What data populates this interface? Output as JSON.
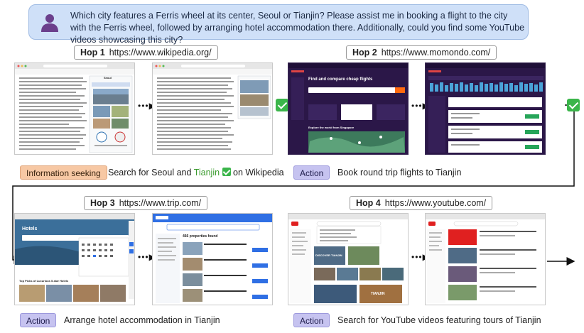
{
  "question": "Which city features a Ferris wheel at its center, Seoul or Tianjin? Please assist me in booking a flight to the city with the Ferris wheel, followed by arranging hotel accommodation there. Additionally, could you find some YouTube videos showcasing this city?",
  "hops": [
    {
      "label": "Hop 1",
      "url": "https://www.wikipedia.org/",
      "tag": "Information seeking",
      "desc_before": "Search for Seoul and ",
      "desc_highlight": "Tianjin",
      "desc_after": " on Wikipedia"
    },
    {
      "label": "Hop 2",
      "url": "https://www.momondo.com/",
      "tag": "Action",
      "desc": "Book round trip flights to Tianjin"
    },
    {
      "label": "Hop 3",
      "url": "https://www.trip.com/",
      "tag": "Action",
      "desc": "Arrange hotel accommodation in Tianjin"
    },
    {
      "label": "Hop 4",
      "url": "https://www.youtube.com/",
      "tag": "Action",
      "desc": "Search for YouTube videos featuring tours of Tianjin"
    }
  ],
  "screens": {
    "wiki_title": "Seoul",
    "momondo_heading": "Find and compare cheap flights",
    "momondo_map_heading": "Explore the world from Singapore",
    "trip_heading": "Hotels",
    "trip_results": "466 properties found",
    "trip_lower": "Top Picks of Luxurious 5-star Hotels",
    "yt_banner1": "DISCOVER TIANJIN",
    "yt_banner2": "TIANJIN"
  },
  "colors": {
    "question_bg": "#cfe0f8",
    "info_tag": "#f7c8a4",
    "action_tag": "#c6c3f0",
    "check": "#3ab54a",
    "highlight": "#3a9b2e",
    "momondo": "#2b1748",
    "trip_blue": "#2f6fe4",
    "youtube_red": "#e02020"
  },
  "icons": [
    "user-icon",
    "check-icon",
    "arrow-right-icon"
  ]
}
